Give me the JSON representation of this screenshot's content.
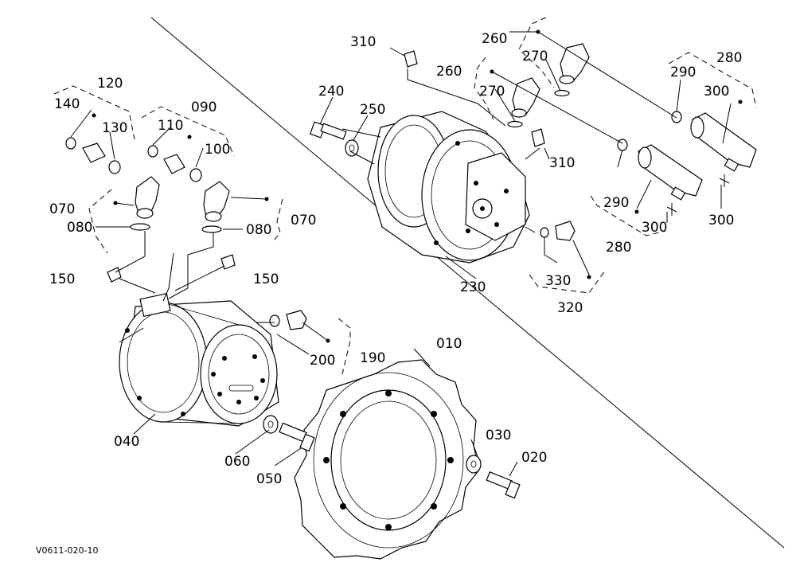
{
  "drawing_code": "V0611-020-10",
  "callouts": {
    "p010": "010",
    "p020": "020",
    "p030": "030",
    "p040": "040",
    "p050": "050",
    "p060": "060",
    "p070a": "070",
    "p070b": "070",
    "p080a": "080",
    "p080b": "080",
    "p090": "090",
    "p100": "100",
    "p110": "110",
    "p120": "120",
    "p130": "130",
    "p140": "140",
    "p150a": "150",
    "p150b": "150",
    "p190": "190",
    "p200": "200",
    "p230": "230",
    "p240": "240",
    "p250": "250",
    "p260a": "260",
    "p260b": "260",
    "p270a": "270",
    "p270b": "270",
    "p280a": "280",
    "p280b": "280",
    "p290a": "290",
    "p290b": "290",
    "p300a": "300",
    "p300b": "300",
    "p300c": "300",
    "p310a": "310",
    "p310b": "310",
    "p320": "320",
    "p330": "330"
  }
}
